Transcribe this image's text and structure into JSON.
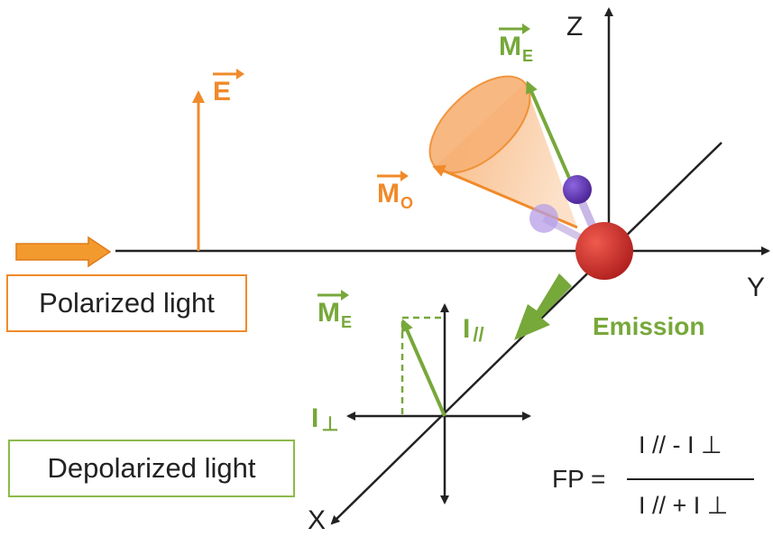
{
  "colors": {
    "orange": "#f08a2a",
    "green": "#77a83a",
    "red": "#d8302f",
    "purple": "#6a3fbf",
    "axis": "#222222"
  },
  "axes": {
    "z": "Z",
    "y": "Y",
    "x": "X"
  },
  "vectors": {
    "e": {
      "base": "E",
      "sub": ""
    },
    "m_o": {
      "base": "M",
      "sub": "O"
    },
    "m_e_top": {
      "base": "M",
      "sub": "E"
    },
    "m_e_bottom": {
      "base": "M",
      "sub": "E"
    }
  },
  "labels": {
    "polarized": "Polarized light",
    "depolarized": "Depolarized light",
    "emission": "Emission",
    "i_par_symbol": "I",
    "i_par_sub": "//",
    "i_perp_symbol": "I",
    "i_perp_sub": "⊥"
  },
  "formula": {
    "lhs": "FP =",
    "numerator": "I // - I ⊥",
    "denominator": "I // + I ⊥"
  }
}
